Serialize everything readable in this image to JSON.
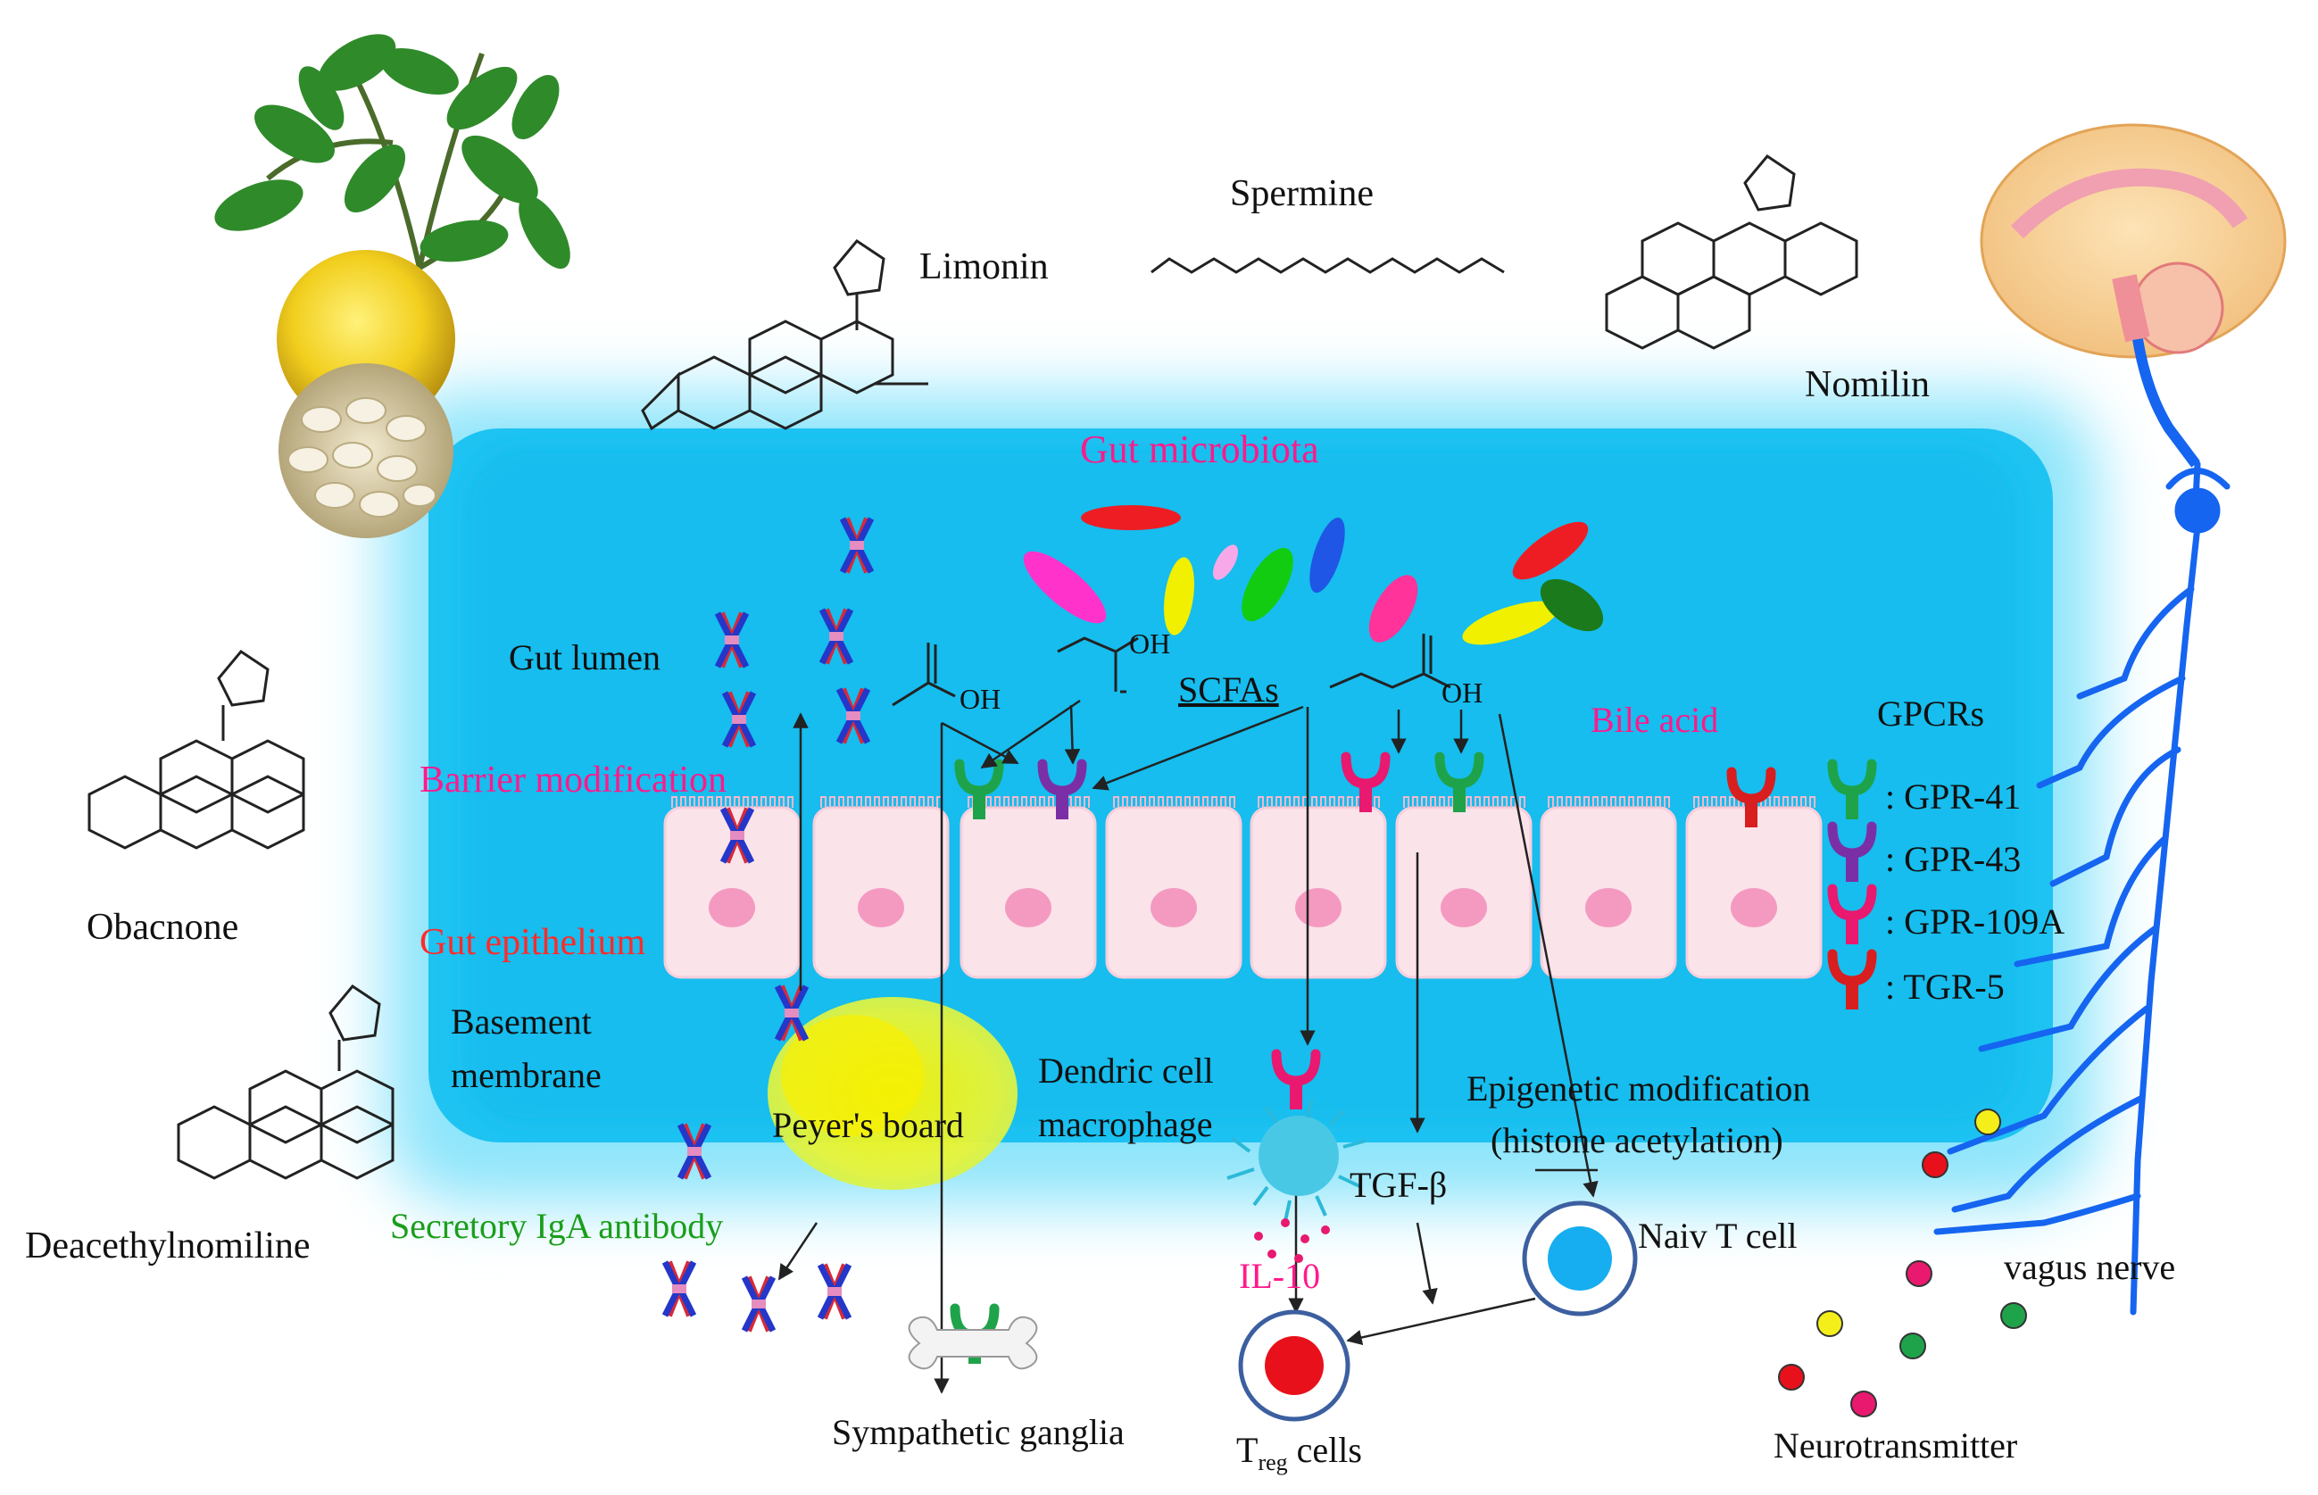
{
  "title": "Gut microbiota",
  "compounds": {
    "limonin": "Limonin",
    "spermine": "Spermine",
    "nomilin": "Nomilin",
    "obacnone": "Obacnone",
    "deacethylnomiline": "Deacethylnomiline"
  },
  "regions": {
    "gut_lumen": "Gut lumen",
    "barrier_modification": "Barrier modification",
    "gut_epithelium": "Gut epithelium",
    "basement_membrane_1": "Basement",
    "basement_membrane_2": "membrane",
    "peyers_board": "Peyer's board",
    "secretory_iga": "Secretory  IgA antibody",
    "sympathetic_ganglia": "Sympathetic  ganglia"
  },
  "labels": {
    "scfas": "SCFAs",
    "bile_acid": "Bile acid",
    "oh": "OH",
    "dendric_1": "Dendric cell",
    "dendric_2": "macrophage",
    "tgf_beta": "TGF-β",
    "il10": "IL-10",
    "epigenetic_1": "Epigenetic modification",
    "epigenetic_2": "(histone acetylation)",
    "naive_t": "Naiv  T cell",
    "treg_main": "T",
    "treg_sub": "reg",
    "treg_tail": " cells",
    "vagus_nerve": "vagus  nerve",
    "neurotransmitter": "Neurotransmitter"
  },
  "legend": {
    "title": "GPCRs",
    "items": [
      {
        "label": ": GPR-41",
        "color": "#1fa34a"
      },
      {
        "label": ": GPR-43",
        "color": "#7b2fa6"
      },
      {
        "label": ": GPR-109A",
        "color": "#e8196e"
      },
      {
        "label": ": TGR-5",
        "color": "#d81e1e"
      }
    ]
  },
  "colors": {
    "gut_glow": "#22c8f5",
    "cell_fill": "#fbe3ea",
    "nucleus": "#f49ac1",
    "nerve": "#1565f0",
    "gpr41": "#1fa34a",
    "gpr43": "#7b2fa6",
    "gpr109a": "#e8196e",
    "tgr5": "#d81e1e"
  }
}
